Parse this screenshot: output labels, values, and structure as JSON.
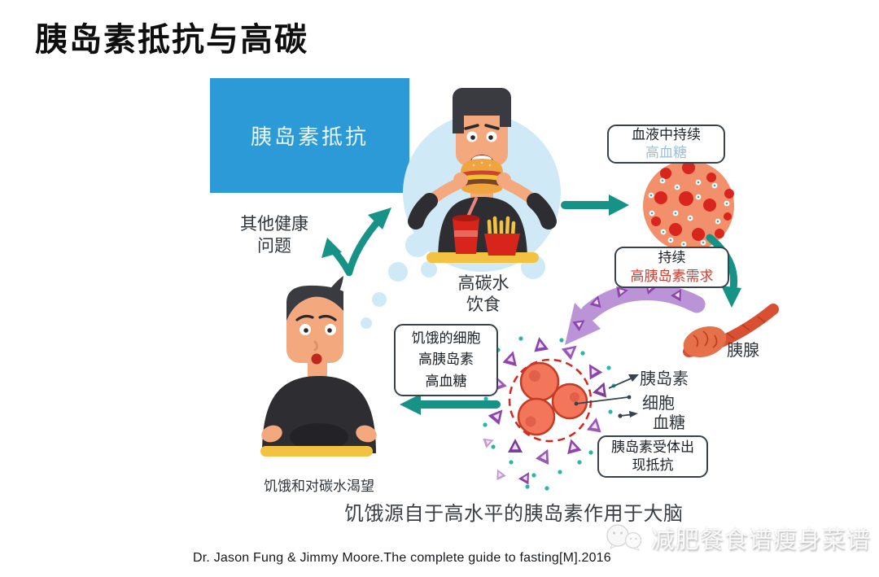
{
  "title": "胰岛素抵抗与高碳",
  "cycle": {
    "insulin_resistance": "胰岛素抵抗",
    "other_health": {
      "line1": "其他健康",
      "line2": "问题"
    },
    "high_carb": {
      "line1": "高碳水",
      "line2": "饮食"
    },
    "blood_box": {
      "line1": "血液中持续",
      "line2": "高血糖"
    },
    "demand_box": {
      "line1": "持续",
      "line2": "高胰岛素需求"
    },
    "pancreas": "胰腺",
    "cell_detail": {
      "insulin": "胰岛素",
      "cell": "细胞",
      "glucose": "血糖",
      "receptor_line1": "胰岛素受体出",
      "receptor_line2": "现抵抗"
    },
    "hungry_cells_box": {
      "line1": "饥饿的细胞",
      "line2": "高胰岛素",
      "line3": "高血糖"
    },
    "hunger_craving": "饥饿和对碳水渴望"
  },
  "footer": {
    "note": "饥饿源自于高水平的胰岛素作用于大脑",
    "citation": "Dr. Jason Fung & Jimmy Moore.The complete guide to fasting[M].2016",
    "watermark": "减肥餐食谱瘦身菜谱"
  },
  "colors": {
    "box_blue": "#2B9AD6",
    "arrow_teal": "#169386",
    "alert_red": "#D63A2A",
    "glucose_blue": "#9BC0D4",
    "insulin_purple": "#8E44AD",
    "blood_salmon": "#F2906C",
    "plate_yellow": "#F4C243"
  }
}
